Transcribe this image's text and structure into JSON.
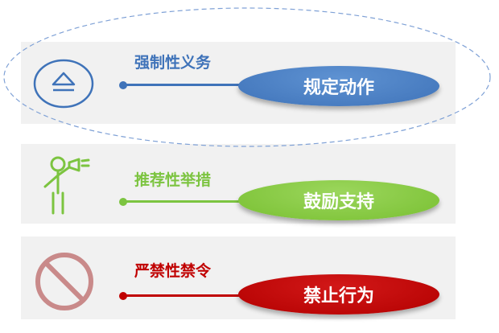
{
  "rows": [
    {
      "label": "强制性义务",
      "pill_text": "规定动作",
      "icon": "eject-icon",
      "color": "#3f73b9",
      "label_color": "#3f73b9"
    },
    {
      "label": "推荐性举措",
      "pill_text": "鼓励支持",
      "icon": "speaking-person-icon",
      "color": "#7cc440",
      "label_color": "#7cc440"
    },
    {
      "label": "严禁性禁令",
      "pill_text": "禁止行为",
      "icon": "prohibited-icon",
      "color": "#c00000",
      "label_color": "#c00000"
    }
  ],
  "colors": {
    "row_background": "#f1f1f1",
    "dashed_outline": "#7fa1d6",
    "prohibited_icon": "#c98a8a"
  }
}
